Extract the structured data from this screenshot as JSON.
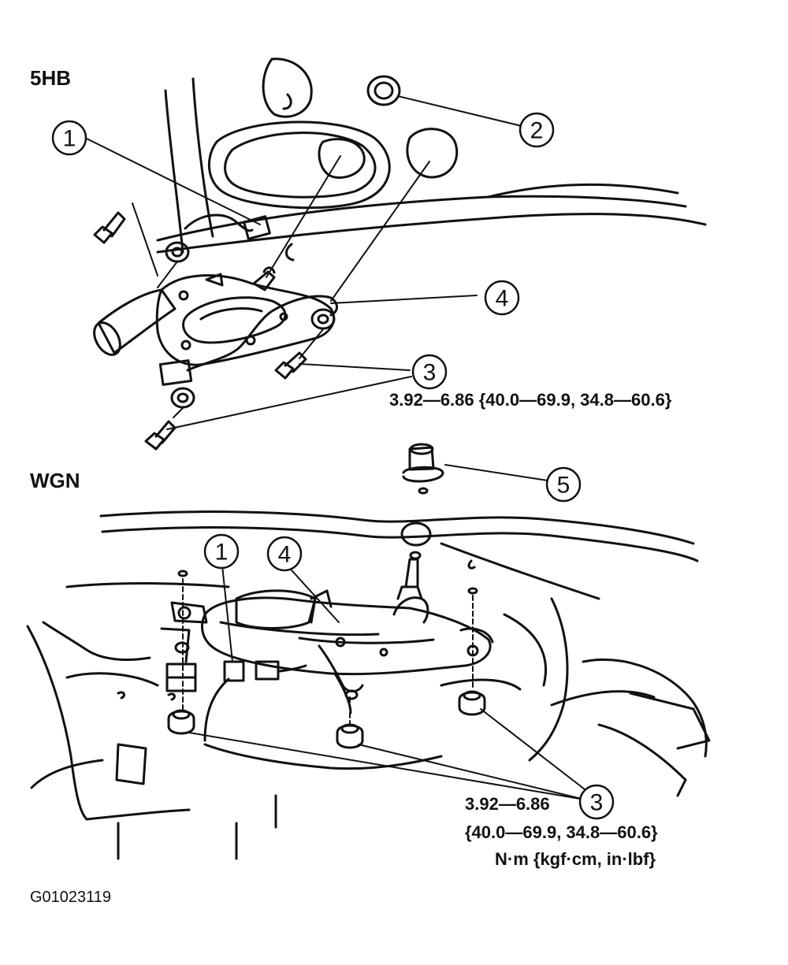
{
  "sections": {
    "top": {
      "label": "5HB",
      "torque": "3.92—6.86 {40.0—69.9, 34.8—60.6}"
    },
    "bottom": {
      "label": "WGN",
      "torque_line1": "3.92—6.86",
      "torque_line2": "{40.0—69.9, 34.8—60.6}",
      "units": "N·m {kgf·cm, in·lbf}"
    }
  },
  "callouts": {
    "top": [
      "1",
      "2",
      "3",
      "4"
    ],
    "bottom": [
      "1",
      "3",
      "4",
      "5"
    ]
  },
  "figure_code": "G01023119"
}
